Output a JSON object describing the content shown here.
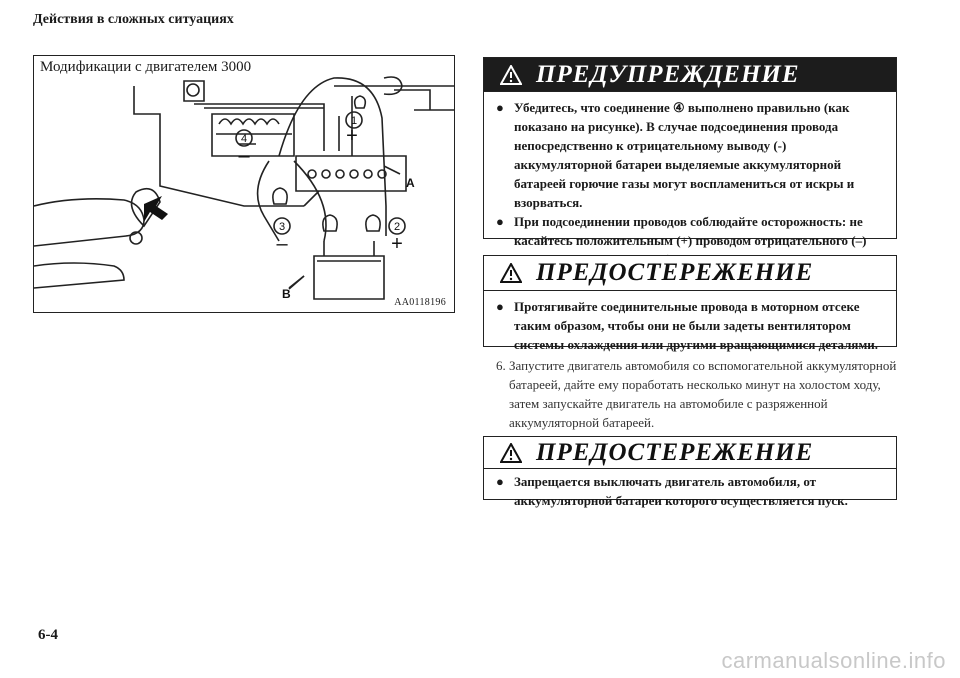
{
  "header": {
    "section_title": "Действия в сложных ситуациях"
  },
  "figure": {
    "title": "Модификации с двигателем 3000",
    "code": "AA0118196",
    "labels": {
      "n1": "1",
      "n2": "2",
      "n3": "3",
      "n4": "4",
      "plus_top": "+",
      "minus_left": "–",
      "minus_bottom": "–",
      "plus_bottom": "+",
      "A": "A",
      "B": "B"
    }
  },
  "warning_main": {
    "title": "ПРЕДУПРЕЖДЕНИЕ",
    "icon": "warning-triangle-icon",
    "items": [
      "Убедитесь, что соединение ④ выполнено правильно (как показано на рисунке). В случае подсоединения провода непосредственно к отрицательному выводу (-) аккумуляторной батареи выделяемые аккумуляторной батареей горючие газы могут воспламениться от искры и взорваться.",
      "При подсоединении проводов соблюдайте осторожность: не касайтесь положительным (+) проводом отрицательного (–) вывода аккумуляторной батареи. При этом возникнут искры, которые могут привести к взрыву аккумуляторной батареи."
    ]
  },
  "caution_1": {
    "title": "ПРЕДОСТЕРЕЖЕНИЕ",
    "icon": "warning-triangle-icon",
    "items": [
      "Протягивайте соединительные провода в моторном отсеке таким образом, чтобы они не были задеты вентилятором системы охлаждения или другими вращающимися деталями."
    ]
  },
  "step": {
    "number": "6.",
    "text": "Запустите двигатель автомобиля со вспомогательной аккумуляторной батареей, дайте ему поработать несколько минут на холостом ходу, затем запускайте двигатель на автомобиле с разряженной аккумуляторной батареей."
  },
  "caution_2": {
    "title": "ПРЕДОСТЕРЕЖЕНИЕ",
    "icon": "warning-triangle-icon",
    "items": [
      "Запрещается выключать двигатель автомобиля, от аккумуляторной батареи которого осуществляется пуск."
    ]
  },
  "footer": {
    "page_number": "6-4",
    "watermark": "carmanualsonline.info"
  }
}
